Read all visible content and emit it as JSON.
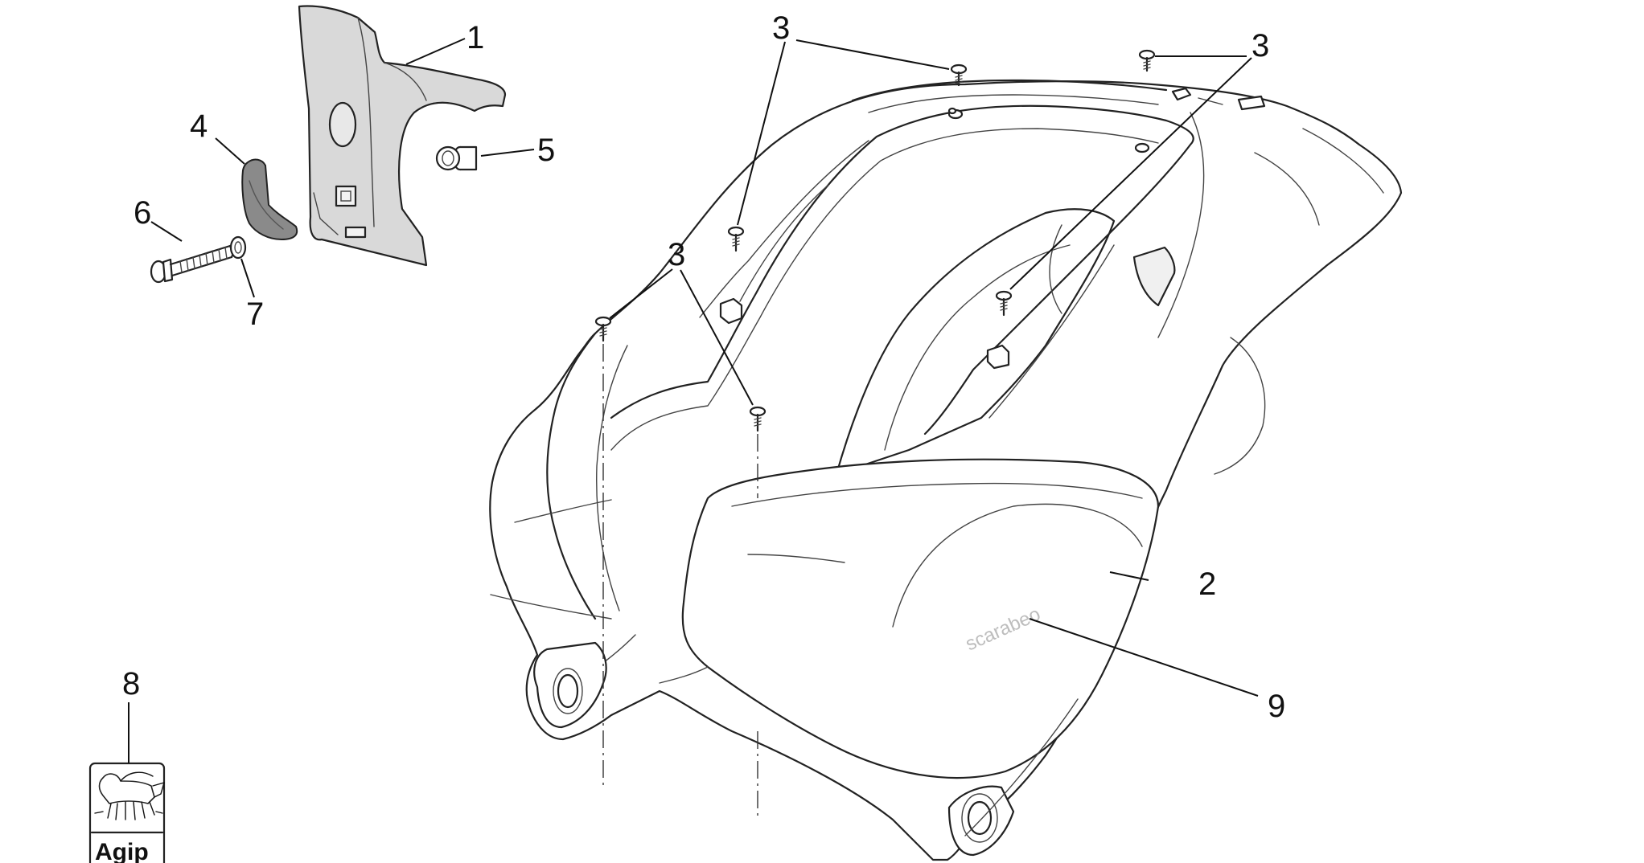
{
  "callouts": {
    "c1": "1",
    "c2": "2",
    "c3a": "3",
    "c3b": "3",
    "c3c": "3",
    "c4": "4",
    "c5": "5",
    "c6": "6",
    "c7": "7",
    "c8": "8",
    "c9": "9"
  },
  "decal_text": "scarabeo",
  "logo_text": "Agip",
  "colors": {
    "line": "#222222",
    "part_fill": "#d9d9d9",
    "pad_fill": "#8a8a8a",
    "background": "#ffffff"
  }
}
